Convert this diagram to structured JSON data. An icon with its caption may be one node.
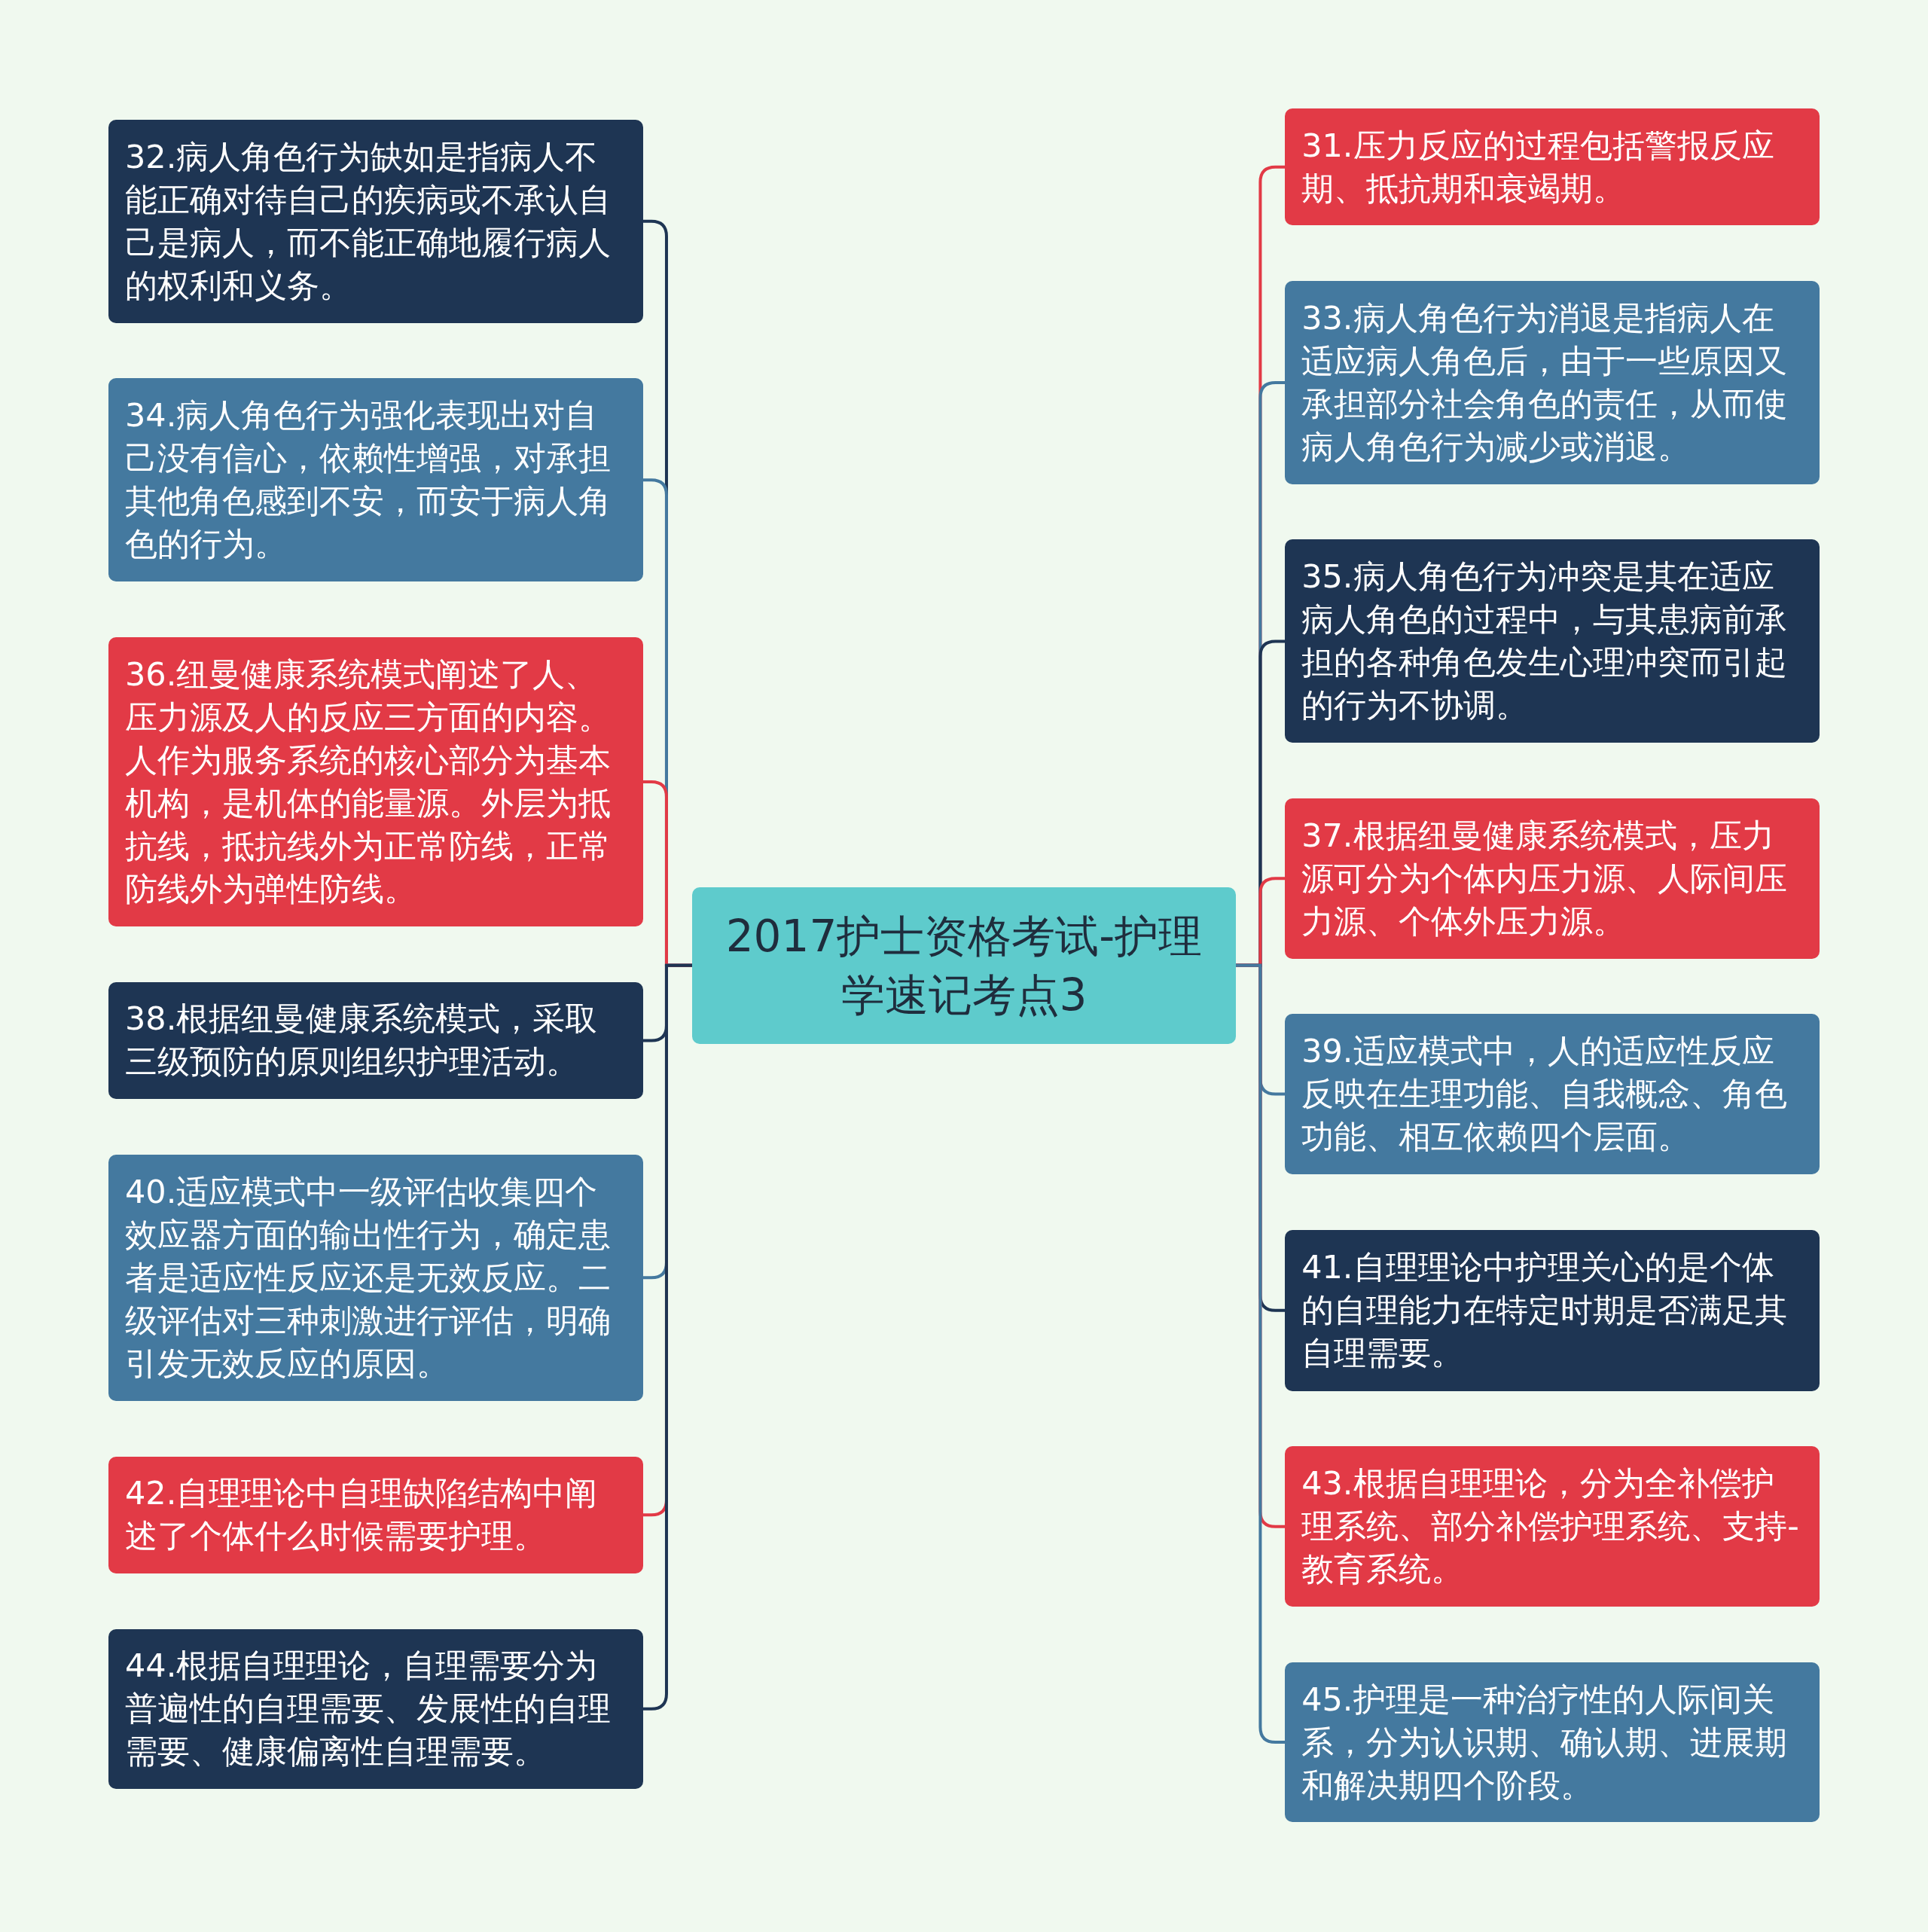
{
  "diagram": {
    "nodes": [
      {
        "text": [
          "2017护士资格考试-护理学速记考点3"
        ]
      },
      {
        "text": [
          "32.病人角色行为缺如是指病人不能正确对待自己的疾病或不承认自己是病人，而不能正确地履行病人的权利和义务。"
        ]
      },
      {
        "text": [
          "34.病人角色行为强化表现出对自己没有信心，依赖性增强，对承担其他角色感到不安，而安于病人角色的行为。"
        ]
      },
      {
        "text": [
          "36.纽曼健康系统模式阐述了人、压力源及人的反应三方面的内容。人作为服务系统的核心部分为基本机构，是机体的能量源。外层为抵抗线，抵抗线外为正常防线，正常防线外为弹性防线。"
        ]
      },
      {
        "text": [
          "38.根据纽曼健康系统模式，采取三级预防的原则组织护理活动。"
        ]
      },
      {
        "text": [
          "40.适应模式中一级评估收集四个效应器方面的输出性行为，确定患者是适应性反应还是无效反应。二级评估对三种刺激进行评估，明确引发无效反应的原因。"
        ]
      },
      {
        "text": [
          "42.自理理论中自理缺陷结构中阐述了个体什么时候需要护理。"
        ]
      },
      {
        "text": [
          "44.根据自理理论，自理需要分为普遍性的自理需要、发展性的自理需要、健康偏离性自理需要。"
        ]
      },
      {
        "text": [
          "31.压力反应的过程包括警报反应期、抵抗期和衰竭期。"
        ]
      },
      {
        "text": [
          "33.病人角色行为消退是指病人在适应病人角色后，由于一些原因又承担部分社会角色的责任，从而使病人角色行为减少或消退。"
        ]
      },
      {
        "text": [
          "35.病人角色行为冲突是其在适应病人角色的过程中，与其患病前承担的各种角色发生心理冲突而引起的行为不协调。"
        ]
      },
      {
        "text": [
          "37.根据纽曼健康系统模式，压力源可分为个体内压力源、人际间压力源、个体外压力源。"
        ]
      },
      {
        "text": [
          "39.适应模式中，人的适应性反应反映在生理功能、自我概念、角色功能、相互依赖四个层面。"
        ]
      },
      {
        "text": [
          "41.自理理论中护理关心的是个体的自理能力在特定时期是否满足其自理需要。"
        ]
      },
      {
        "text": [
          "43.根据自理理论，分为全补偿护理系统、部分补偿护理系统、支持-教育系统。"
        ]
      },
      {
        "text": [
          "45.护理是一种治疗性的人际间关系，分为认识期、确认期、进展期和解决期四个阶段。"
        ]
      }
    ],
    "edges": [
      {
        "from": 0,
        "to": 1,
        "arrow": "none",
        "color": "#1e3553"
      },
      {
        "from": 0,
        "to": 2,
        "arrow": "none",
        "color": "#44799f"
      },
      {
        "from": 0,
        "to": 3,
        "arrow": "none",
        "color": "#e23a46"
      },
      {
        "from": 0,
        "to": 4,
        "arrow": "none",
        "color": "#1e3553"
      },
      {
        "from": 0,
        "to": 5,
        "arrow": "none",
        "color": "#44799f"
      },
      {
        "from": 0,
        "to": 6,
        "arrow": "none",
        "color": "#e23a46"
      },
      {
        "from": 0,
        "to": 7,
        "arrow": "none",
        "color": "#1e3553"
      },
      {
        "from": 0,
        "to": 8,
        "arrow": "none",
        "color": "#e23a46"
      },
      {
        "from": 0,
        "to": 9,
        "arrow": "none",
        "color": "#44799f"
      },
      {
        "from": 0,
        "to": 10,
        "arrow": "none",
        "color": "#1e3553"
      },
      {
        "from": 0,
        "to": 11,
        "arrow": "none",
        "color": "#e23a46"
      },
      {
        "from": 0,
        "to": 12,
        "arrow": "none",
        "color": "#44799f"
      },
      {
        "from": 0,
        "to": 13,
        "arrow": "none",
        "color": "#1e3553"
      },
      {
        "from": 0,
        "to": 14,
        "arrow": "none",
        "color": "#e23a46"
      },
      {
        "from": 0,
        "to": 15,
        "arrow": "none",
        "color": "#44799f"
      }
    ]
  }
}
